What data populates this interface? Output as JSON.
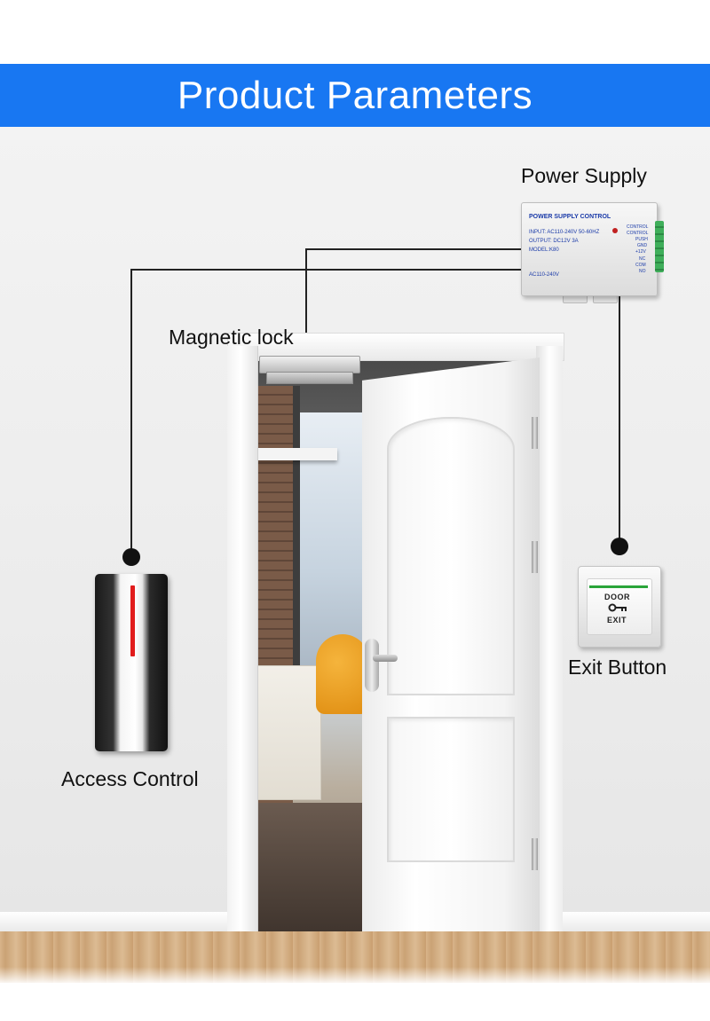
{
  "banner": {
    "title": "Product Parameters",
    "color": "#1877f2"
  },
  "labels": {
    "power_supply": "Power Supply",
    "magnetic_lock": "Magnetic lock",
    "access_control": "Access Control",
    "exit_button": "Exit Button"
  },
  "psu_panel": {
    "header": "POWER SUPPLY CONTROL",
    "input": "INPUT: AC110-240V 50-60HZ",
    "output": "OUTPUT: DC12V 3A",
    "model": "MODEL:K80",
    "ac_label": "AC110-240V",
    "terminals": [
      "CONTROL",
      "CONTROL",
      "PUSH",
      "GND",
      "+12V",
      "NC",
      "COM",
      "NO"
    ]
  },
  "exit_panel": {
    "top": "DOOR",
    "bottom": "EXIT",
    "icon": "key-icon"
  },
  "icons": [
    "power-supply-icon",
    "magnetic-lock-icon",
    "card-reader-icon",
    "exit-button-icon",
    "key-icon"
  ]
}
